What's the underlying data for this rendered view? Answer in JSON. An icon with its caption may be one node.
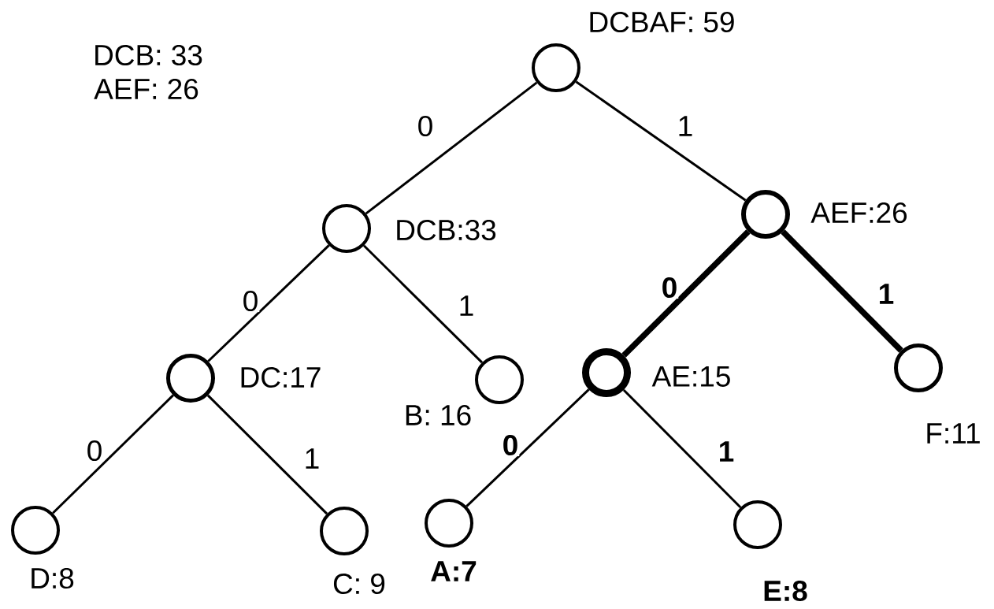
{
  "diagram": {
    "nodes": [
      {
        "text": [],
        "shape": "circle",
        "beside": [
          "DCBAF: 59"
        ]
      },
      {
        "text": [],
        "shape": "circle",
        "beside": [
          "DCB:33"
        ]
      },
      {
        "text": [],
        "shape": "circle",
        "beside": [
          "AEF:26"
        ]
      },
      {
        "text": [],
        "shape": "circle",
        "beside": [
          "DC:17"
        ]
      },
      {
        "text": [],
        "shape": "circle",
        "beside": [
          "B: 16"
        ]
      },
      {
        "text": [],
        "shape": "circle",
        "beside": [
          "AE:15"
        ]
      },
      {
        "text": [],
        "shape": "circle",
        "beside": [
          "F:11"
        ]
      },
      {
        "text": [],
        "shape": "circle",
        "beside": [
          "D:8"
        ]
      },
      {
        "text": [],
        "shape": "circle",
        "beside": [
          "C: 9"
        ]
      },
      {
        "text": [],
        "shape": "circle",
        "beside": [
          "A:7"
        ]
      },
      {
        "text": [],
        "shape": "circle",
        "beside": [
          "E:8"
        ]
      }
    ],
    "edges": [
      {
        "from": 0,
        "to": 1,
        "arrow": "none",
        "label": "0"
      },
      {
        "from": 0,
        "to": 2,
        "arrow": "none",
        "label": "1"
      },
      {
        "from": 1,
        "to": 3,
        "arrow": "none",
        "label": "0"
      },
      {
        "from": 1,
        "to": 4,
        "arrow": "none",
        "label": "1"
      },
      {
        "from": 2,
        "to": 5,
        "arrow": "none",
        "label": "0",
        "style": "thick"
      },
      {
        "from": 2,
        "to": 6,
        "arrow": "none",
        "label": "1",
        "style": "thick"
      },
      {
        "from": 3,
        "to": 7,
        "arrow": "none",
        "label": "0"
      },
      {
        "from": 3,
        "to": 8,
        "arrow": "none",
        "label": "1"
      },
      {
        "from": 5,
        "to": 9,
        "arrow": "none",
        "label": "0"
      },
      {
        "from": 5,
        "to": 10,
        "arrow": "none",
        "label": "1"
      }
    ],
    "labels": [
      "DCB: 33",
      "AEF: 26"
    ]
  }
}
